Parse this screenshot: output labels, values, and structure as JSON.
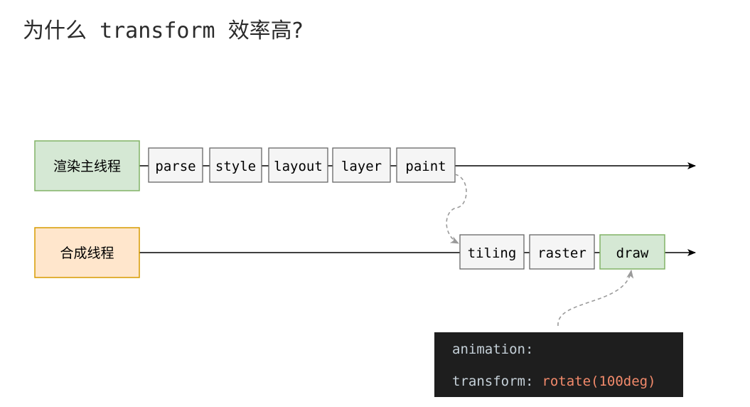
{
  "title": {
    "prefix": "为什么",
    "code": "transform",
    "suffix": "效率高?"
  },
  "threads": {
    "main": "渲染主线程",
    "compositor": "合成线程"
  },
  "main_steps": [
    "parse",
    "style",
    "layout",
    "layer",
    "paint"
  ],
  "compositor_steps": [
    "tiling",
    "raster",
    "draw"
  ],
  "code": {
    "line1": "animation:",
    "line2_key": "transform:",
    "line2_value": "rotate(100deg)"
  },
  "colors": {
    "green_fill": "#d5e8d4",
    "green_border": "#82b366",
    "orange_fill": "#ffe6cc",
    "orange_border": "#d79b00",
    "step_fill": "#f5f5f5",
    "step_border": "#666666",
    "code_bg": "#1e1e1e",
    "code_text": "#c5d0d8",
    "code_value": "#f28a6b"
  }
}
